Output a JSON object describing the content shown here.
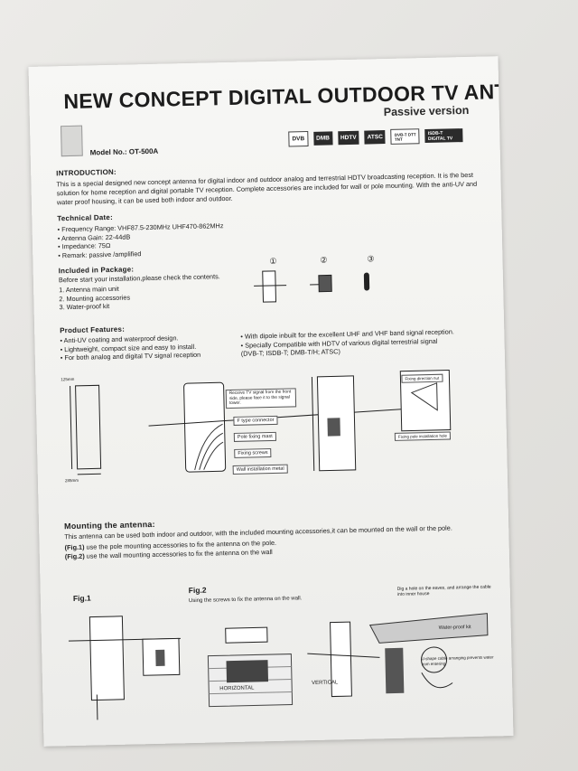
{
  "header": {
    "title": "NEW CONCEPT DIGITAL OUTDOOR TV ANTENNA",
    "subtitle": "Passive version",
    "model": "Model No.: OT-500A",
    "logos": [
      "DVB",
      "DMB",
      "HDTV",
      "ATSC",
      "DVB-T DTT TNT",
      "ISDB-T DIGITAL TV"
    ]
  },
  "intro": {
    "heading": "INTRODUCTION:",
    "text": "This is a special designed new concept antenna for digital indoor and outdoor analog and terrestrial HDTV broadcasting reception. It is the best solution for home reception and digital portable TV reception. Complete accessories are included for wall or pole mounting. With the anti-UV and water proof housing, it can be used both indoor and outdoor."
  },
  "technical": {
    "heading": "Technical Date:",
    "items": [
      "• Frequency Range: VHF87.5-230MHz UHF470-862MHz",
      "• Antenna Gain: 22-44dB",
      "• Impedance: 75Ω",
      "• Remark: passive /amplified"
    ]
  },
  "package": {
    "heading": "Included in Package:",
    "intro": "Before start your installation,please check the contents.",
    "items": [
      "1.  Antenna main unit",
      "2.  Mounting accessories",
      "3.  Water-proof kit"
    ],
    "markers": [
      "①",
      "②",
      "③"
    ]
  },
  "features": {
    "heading": "Product Features:",
    "left": [
      "•  Anti-UV coating and waterproof design.",
      "•  Lightweight, compact size and easy to install.",
      "•  For both analog and digital TV signal reception"
    ],
    "right": [
      "•  With dipole inbuilt for the excellent UHF and VHF band signal reception.",
      "•  Specially Compatible with HDTV of various digital terrestrial signal",
      "   (DVB-T; ISDB-T; DMB-T/H; ATSC)"
    ]
  },
  "diagram": {
    "callouts": [
      "Receive TV signal from the front side, please face it to the signal tower.",
      "F type connector",
      "Pole fixing mast",
      "Fixing screws",
      "Wall installation metal"
    ],
    "dims": [
      "125mm",
      "285mm"
    ],
    "right_labels": [
      "Fixing direction nut",
      "Fixing pole installation hole"
    ]
  },
  "mounting": {
    "heading": "Mounting the antenna:",
    "text": "This antenna can be used both indoor and outdoor, with the included mounting accessories,it can be mounted on the wall or the pole.",
    "fig1_ref": "(Fig.1)",
    "fig1": " use the pole mounting accessories to fix the antenna on the pole.",
    "fig2_ref": "(Fig.2)",
    "fig2": " use the wall mounting accessories to fix the antenna on the wall"
  },
  "figures": {
    "fig1": "Fig.1",
    "fig2": "Fig.2",
    "fig2_caption": "Using the screws to fix the antenna on the wall.",
    "horizontal": "HORIZONTAL",
    "vertical": "VERTICAL",
    "hole_note": "Dig a hole on the eaves, and arrange the cable into inner house",
    "waterproof": "Water-proof kit",
    "u_shape": "U-shape cable arranging prevents water from entering"
  }
}
